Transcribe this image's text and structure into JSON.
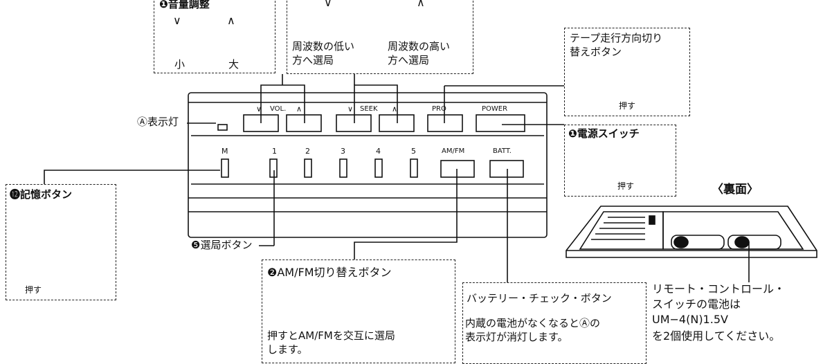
{
  "volume_box": {
    "title": "❶音量調整",
    "arrow_down": "∨",
    "arrow_up": "∧",
    "label_small": "小",
    "label_large": "大"
  },
  "seek_box": {
    "arrow_down": "∨",
    "arrow_up": "∧",
    "label_low_line1": "周波数の低い",
    "label_low_line2": "方へ選局",
    "label_high_line1": "周波数の高い",
    "label_high_line2": "方へ選局"
  },
  "tape_box": {
    "title_line1": "テープ走行方向切り",
    "title_line2": "替えボタン",
    "push": "押す"
  },
  "power_box": {
    "title": "❶電源スイッチ",
    "push": "押す"
  },
  "memory_box": {
    "title": "⓬記憶ボタン",
    "push": "押す"
  },
  "amfm_box": {
    "title": "❷AM/FM切り替えボタン",
    "desc_line1": "押すとAM/FMを交互に選局",
    "desc_line2": "します。"
  },
  "battery_box": {
    "title": "バッテリー・チェック・ボタン",
    "desc_line1": "内蔵の電池がなくなるとⒶの",
    "desc_line2": "表示灯が消灯します。"
  },
  "indicator_label": "Ⓐ表示灯",
  "preset_label": "❺選局ボタン",
  "back_label": "〈裏面〉",
  "remote_note": {
    "line1": "リモート・コントロール・",
    "line2": "スイッチの電池は",
    "line3": "UM−4(N)1.5V",
    "line4": "を2個使用してください。"
  },
  "panel": {
    "vol_down": "∨",
    "vol_label": "VOL.",
    "vol_up": "∧",
    "seek_down": "∨",
    "seek_label": "SEEK",
    "seek_up": "∧",
    "pro_label": "PRO",
    "power_label": "POWER",
    "m_label": "M",
    "p1": "1",
    "p2": "2",
    "p3": "3",
    "p4": "4",
    "p5": "5",
    "amfm_label": "AM/FM",
    "batt_label": "BATT."
  }
}
